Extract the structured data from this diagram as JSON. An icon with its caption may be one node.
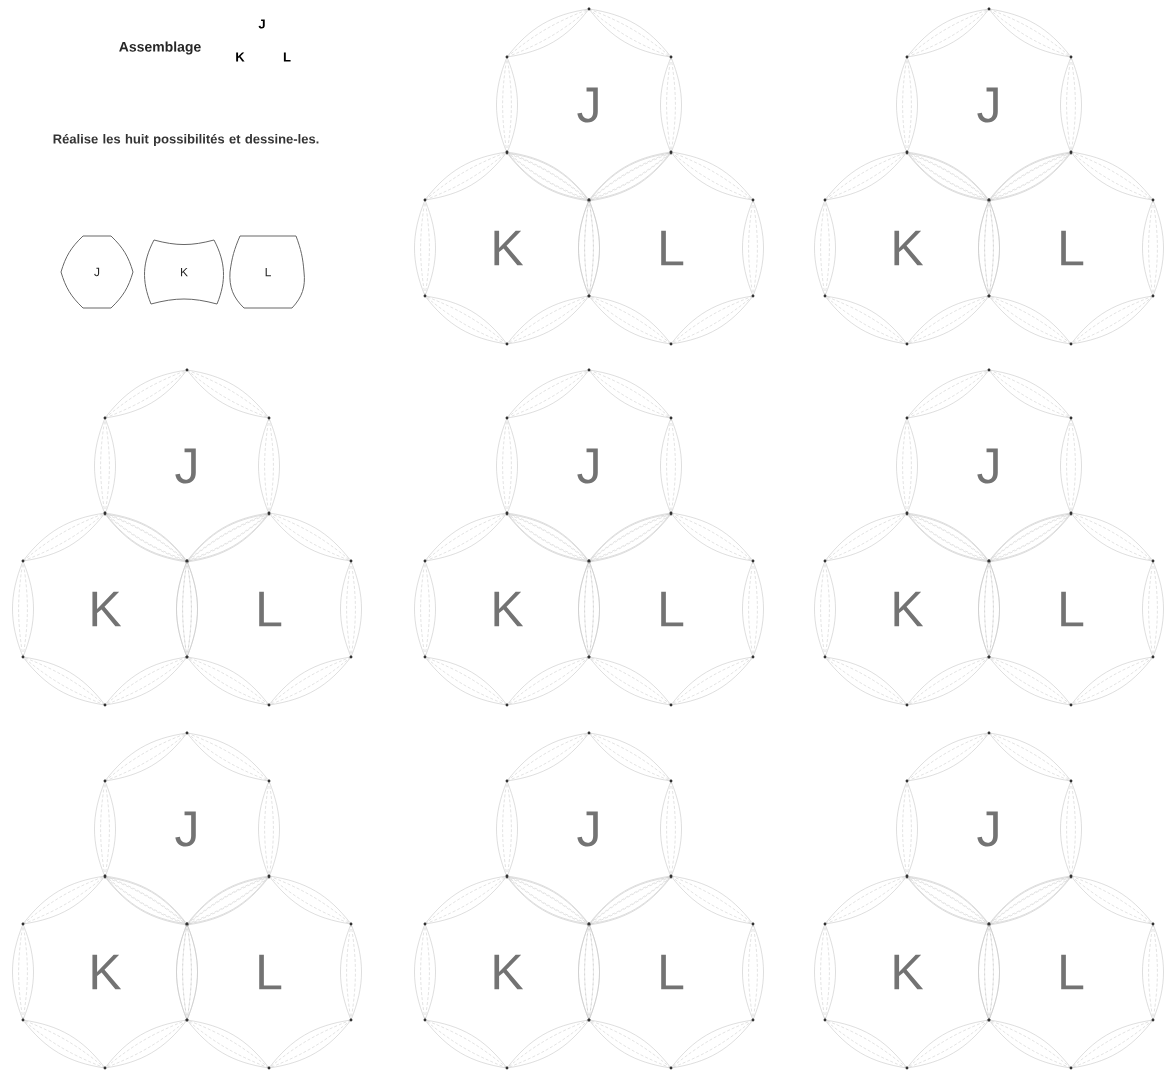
{
  "diagram": {
    "title": "Assemblage",
    "nodes": [
      {
        "text": [
          "J"
        ]
      },
      {
        "text": [
          "K"
        ]
      },
      {
        "text": [
          "L"
        ]
      },
      {
        "text": [
          "J"
        ]
      },
      {
        "text": [
          "K"
        ]
      },
      {
        "text": [
          "L"
        ]
      },
      {
        "text": [
          "J"
        ]
      },
      {
        "text": [
          "K"
        ]
      },
      {
        "text": [
          "L"
        ]
      },
      {
        "text": [
          "J"
        ]
      },
      {
        "text": [
          "K"
        ]
      },
      {
        "text": [
          "L"
        ]
      },
      {
        "text": [
          "J"
        ]
      },
      {
        "text": [
          "K"
        ]
      },
      {
        "text": [
          "L"
        ]
      },
      {
        "text": [
          "J"
        ]
      },
      {
        "text": [
          "K"
        ]
      },
      {
        "text": [
          "L"
        ]
      },
      {
        "text": [
          "J"
        ]
      },
      {
        "text": [
          "K"
        ]
      },
      {
        "text": [
          "L"
        ]
      },
      {
        "text": [
          "J"
        ]
      },
      {
        "text": [
          "K"
        ]
      },
      {
        "text": [
          "L"
        ]
      },
      {
        "text": [
          "J"
        ]
      },
      {
        "text": [
          "K"
        ]
      },
      {
        "text": [
          "L"
        ]
      }
    ],
    "labels": [
      "J",
      "K",
      "L",
      "Réalise les huit possibilités et dessine-les."
    ]
  }
}
